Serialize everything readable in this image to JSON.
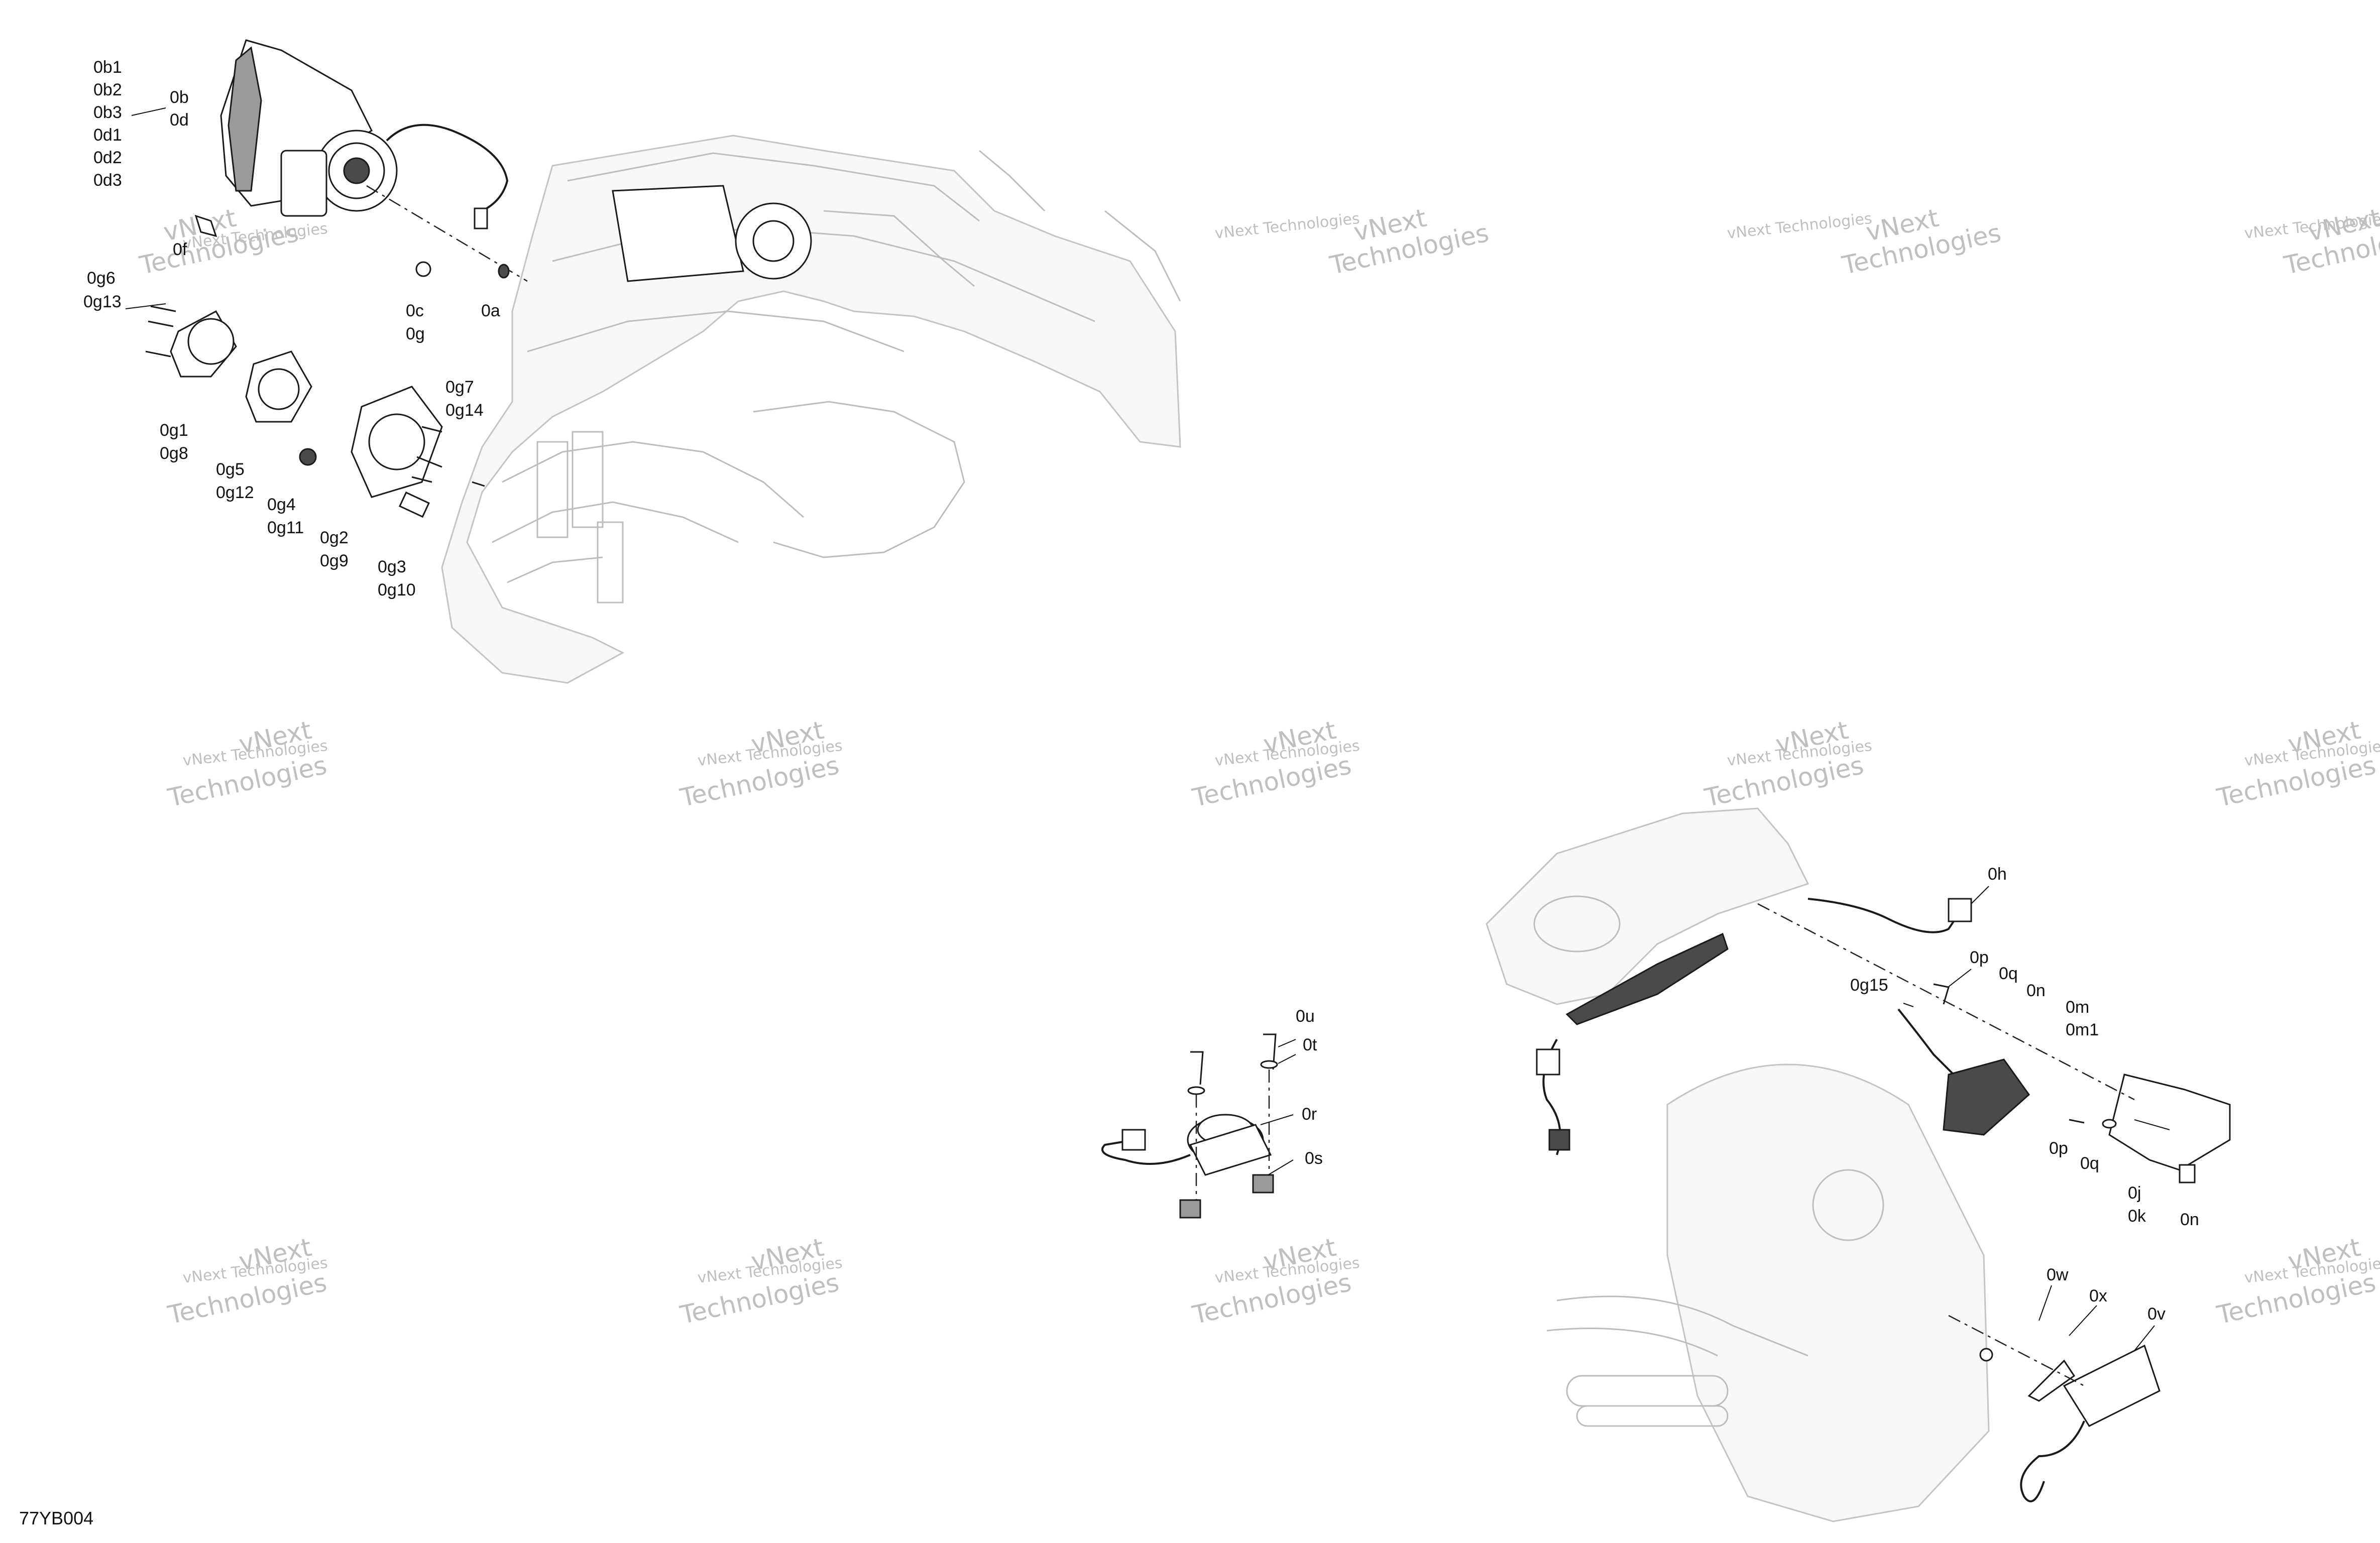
{
  "drawing": {
    "reference": "77YB004",
    "watermark_primary": "vNext",
    "watermark_secondary": "Technologies",
    "watermark_caption": "vNext Technologies"
  },
  "callouts": {
    "headlamp": [
      "0b1",
      "0b2",
      "0b3",
      "0d1",
      "0d2",
      "0d3"
    ],
    "headlamp_main": [
      "0b",
      "0d"
    ],
    "screw_f": "0f",
    "clip_cg": [
      "0c",
      "0g"
    ],
    "grommet_a": "0a",
    "screws_g6": [
      "0g6",
      "0g13"
    ],
    "lamp_g1": [
      "0g1",
      "0g8"
    ],
    "ring_g5": [
      "0g5",
      "0g12"
    ],
    "grommet_g4": [
      "0g4",
      "0g11"
    ],
    "plate_g2": [
      "0g2",
      "0g9"
    ],
    "screws_g7": [
      "0g7",
      "0g14"
    ],
    "screw_g3": [
      "0g3",
      "0g10"
    ],
    "screw_u": "0u",
    "washer_t": "0t",
    "horn_r": "0r",
    "nut_s": "0s",
    "harness_h": "0h",
    "screw_p_top": "0p",
    "washer_q_top": "0q",
    "nut_n_top": "0n",
    "connector_g15": "0g15",
    "taillight_m": [
      "0m",
      "0m1"
    ],
    "screw_p_bottom": "0p",
    "washer_q_bottom": "0q",
    "housing_jk": [
      "0j",
      "0k"
    ],
    "nut_n_bottom": "0n",
    "nut_w": "0w",
    "bracket_x": "0x",
    "plate_light_v": "0v"
  }
}
